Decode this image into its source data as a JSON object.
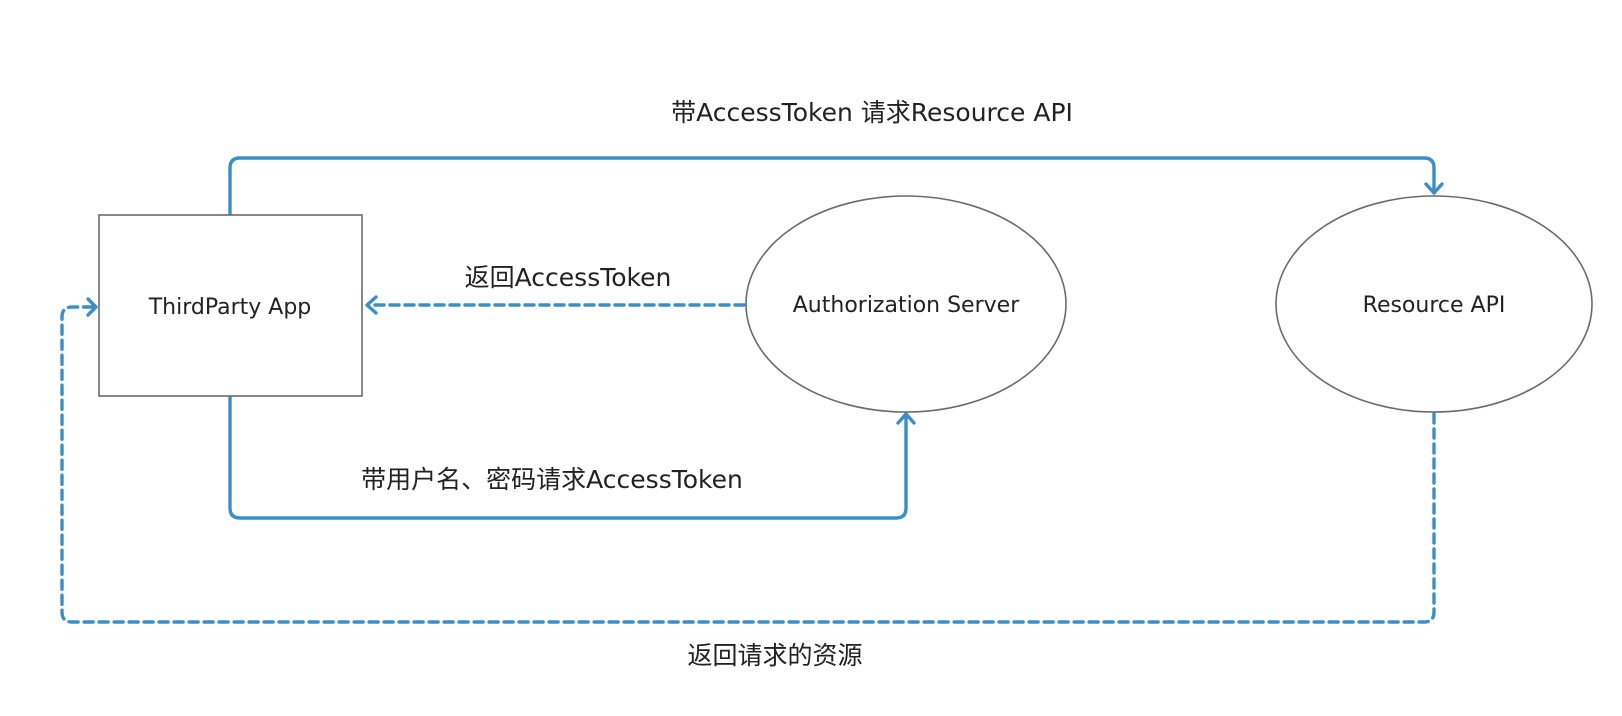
{
  "colors": {
    "edge": "#3b8fc6",
    "node_border": "#6b6b6b",
    "text": "#222222",
    "background": "#ffffff"
  },
  "nodes": {
    "thirdparty_app": {
      "label": "ThirdParty App",
      "shape": "rectangle"
    },
    "authorization_server": {
      "label": "Authorization Server",
      "shape": "ellipse"
    },
    "resource_api": {
      "label": "Resource API",
      "shape": "ellipse"
    }
  },
  "edges": {
    "request_resource": {
      "label": "带AccessToken 请求Resource API",
      "from": "ThirdParty App",
      "to": "Resource API",
      "style": "solid"
    },
    "return_token": {
      "label": "返回AccessToken",
      "from": "Authorization Server",
      "to": "ThirdParty App",
      "style": "dashed"
    },
    "request_token": {
      "label": "带用户名、密码请求AccessToken",
      "from": "ThirdParty App",
      "to": "Authorization Server",
      "style": "solid"
    },
    "return_resource": {
      "label": "返回请求的资源",
      "from": "Resource API",
      "to": "ThirdParty App",
      "style": "dashed"
    }
  }
}
